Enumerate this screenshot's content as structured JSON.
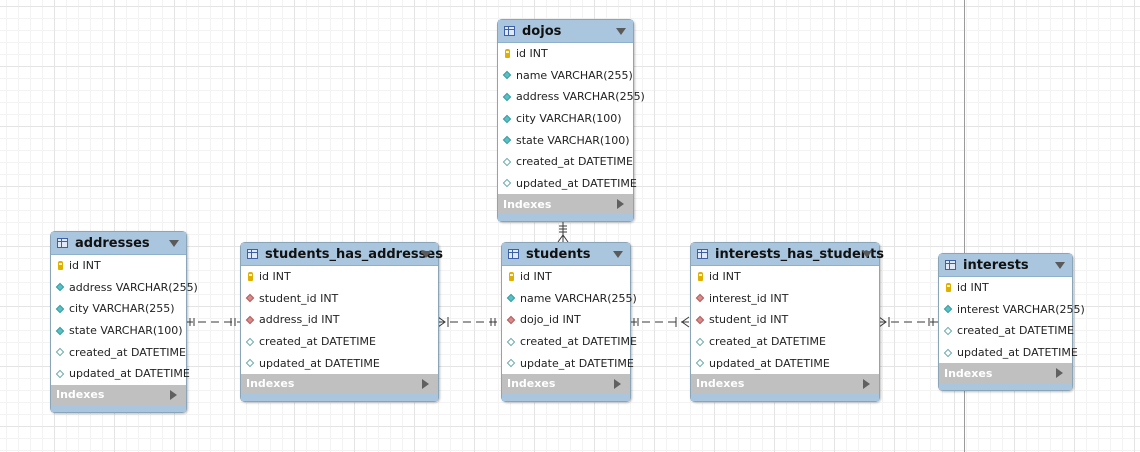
{
  "colors": {
    "header": "#a9c6de",
    "indexes_bar": "#c0c0c0",
    "border": "#8aa4b8",
    "primary_key": "#e0b000",
    "column_marker": "#58c0c4",
    "foreign_key_marker": "#d98a8a"
  },
  "icons": {
    "table": "table-icon",
    "collapse": "chevron-down-icon",
    "primary_key": "key-icon",
    "column": "column-diamond-icon",
    "foreign_key": "foreign-key-icon",
    "nullable": "nullable-column-icon",
    "expand_indexes": "triangle-right-icon"
  },
  "tables": {
    "dojos": {
      "name": "dojos",
      "indexes_label": "Indexes",
      "columns": [
        {
          "text": "id INT",
          "kind": "pk"
        },
        {
          "text": "name VARCHAR(255)",
          "kind": "col"
        },
        {
          "text": "address VARCHAR(255)",
          "kind": "col"
        },
        {
          "text": "city VARCHAR(100)",
          "kind": "col"
        },
        {
          "text": "state VARCHAR(100)",
          "kind": "col"
        },
        {
          "text": "created_at DATETIME",
          "kind": "null"
        },
        {
          "text": "updated_at DATETIME",
          "kind": "null"
        }
      ]
    },
    "addresses": {
      "name": "addresses",
      "indexes_label": "Indexes",
      "columns": [
        {
          "text": "id INT",
          "kind": "pk"
        },
        {
          "text": "address VARCHAR(255)",
          "kind": "col"
        },
        {
          "text": "city VARCHAR(255)",
          "kind": "col"
        },
        {
          "text": "state VARCHAR(100)",
          "kind": "col"
        },
        {
          "text": "created_at DATETIME",
          "kind": "null"
        },
        {
          "text": "updated_at DATETIME",
          "kind": "null"
        }
      ]
    },
    "students_has_addresses": {
      "name": "students_has_addresses",
      "indexes_label": "Indexes",
      "columns": [
        {
          "text": "id INT",
          "kind": "pk"
        },
        {
          "text": "student_id INT",
          "kind": "fk"
        },
        {
          "text": "address_id INT",
          "kind": "fk"
        },
        {
          "text": "created_at DATETIME",
          "kind": "null"
        },
        {
          "text": "updated_at DATETIME",
          "kind": "null"
        }
      ]
    },
    "students": {
      "name": "students",
      "indexes_label": "Indexes",
      "columns": [
        {
          "text": "id INT",
          "kind": "pk"
        },
        {
          "text": "name VARCHAR(255)",
          "kind": "col"
        },
        {
          "text": "dojo_id INT",
          "kind": "fk"
        },
        {
          "text": "created_at DATETIME",
          "kind": "null"
        },
        {
          "text": "update_at DATETIME",
          "kind": "null"
        }
      ]
    },
    "interests_has_students": {
      "name": "interests_has_students",
      "indexes_label": "Indexes",
      "columns": [
        {
          "text": "id INT",
          "kind": "pk"
        },
        {
          "text": "interest_id INT",
          "kind": "fk"
        },
        {
          "text": "student_id INT",
          "kind": "fk"
        },
        {
          "text": "created_at DATETIME",
          "kind": "null"
        },
        {
          "text": "updated_at DATETIME",
          "kind": "null"
        }
      ]
    },
    "interests": {
      "name": "interests",
      "indexes_label": "Indexes",
      "columns": [
        {
          "text": "id INT",
          "kind": "pk"
        },
        {
          "text": "interest VARCHAR(255)",
          "kind": "col"
        },
        {
          "text": "created_at DATETIME",
          "kind": "null"
        },
        {
          "text": "updated_at DATETIME",
          "kind": "null"
        }
      ]
    }
  },
  "relationships": [
    {
      "from": "dojos",
      "to": "students",
      "from_end": "one",
      "to_end": "many"
    },
    {
      "from": "addresses",
      "to": "students_has_addresses",
      "from_end": "one",
      "to_end": "many"
    },
    {
      "from": "students",
      "to": "students_has_addresses",
      "from_end": "one",
      "to_end": "many"
    },
    {
      "from": "students",
      "to": "interests_has_students",
      "from_end": "one",
      "to_end": "many"
    },
    {
      "from": "interests",
      "to": "interests_has_students",
      "from_end": "one",
      "to_end": "many"
    }
  ]
}
